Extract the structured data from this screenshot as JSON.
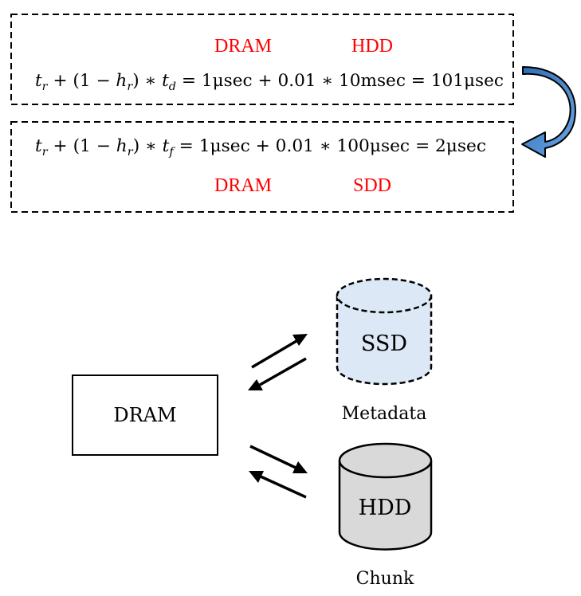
{
  "formula_top": {
    "label_left": "DRAM",
    "label_right": "HDD",
    "lhs_tr": "t",
    "lhs_tr_sub": "r",
    "lhs_mid": " + (1 − ",
    "lhs_h": "h",
    "lhs_h_sub": "r",
    "lhs_mid2": ") ∗ ",
    "lhs_t": "t",
    "lhs_t_sub": "d",
    "rhs": " = 1μsec + 0.01 ∗ 10msec = 101μsec"
  },
  "formula_bottom": {
    "label_left": "DRAM",
    "label_right": "SDD",
    "lhs_tr": "t",
    "lhs_tr_sub": "r",
    "lhs_mid": " + (1 − ",
    "lhs_h": "h",
    "lhs_h_sub": "r",
    "lhs_mid2": ") ∗ ",
    "lhs_t": "t",
    "lhs_t_sub": "f",
    "rhs": " = 1μsec + 0.01 ∗ 100μsec = 2μsec"
  },
  "diagram": {
    "dram_label": "DRAM",
    "ssd_label": "SSD",
    "ssd_caption": "Metadata",
    "hdd_label": "HDD",
    "hdd_caption": "Chunk"
  },
  "colors": {
    "highlight": "#ff0000",
    "curved_arrow": "#4a86c8",
    "ssd_fill": "#dce8f5",
    "hdd_fill": "#d9d9d9"
  }
}
